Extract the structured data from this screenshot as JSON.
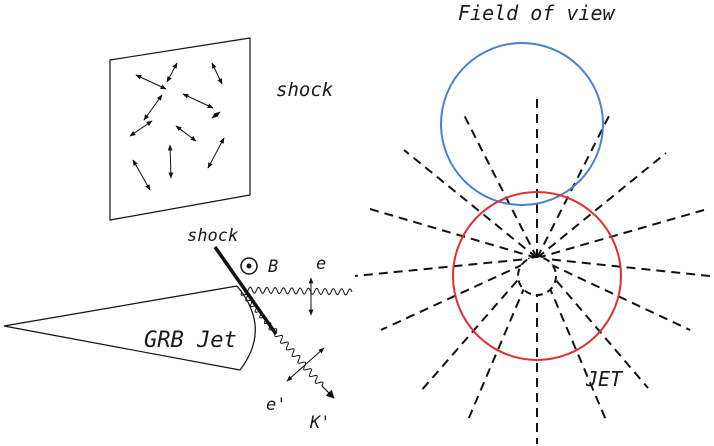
{
  "labels": {
    "field_of_view": "Field of view",
    "shock_top": "shock",
    "shock_bottom": "shock",
    "b_field": "B",
    "e_upper": "e",
    "e_prime": "e'",
    "k_prime": "K'",
    "grb_jet": "GRB Jet",
    "jet": "JET"
  },
  "colors": {
    "field_of_view_circle": "#4a7fd4",
    "jet_circle": "#e03030",
    "jet_label": "#e020c0",
    "ink": "#111111"
  },
  "icons": {
    "b_field_symbol": "circled-dot-icon"
  }
}
